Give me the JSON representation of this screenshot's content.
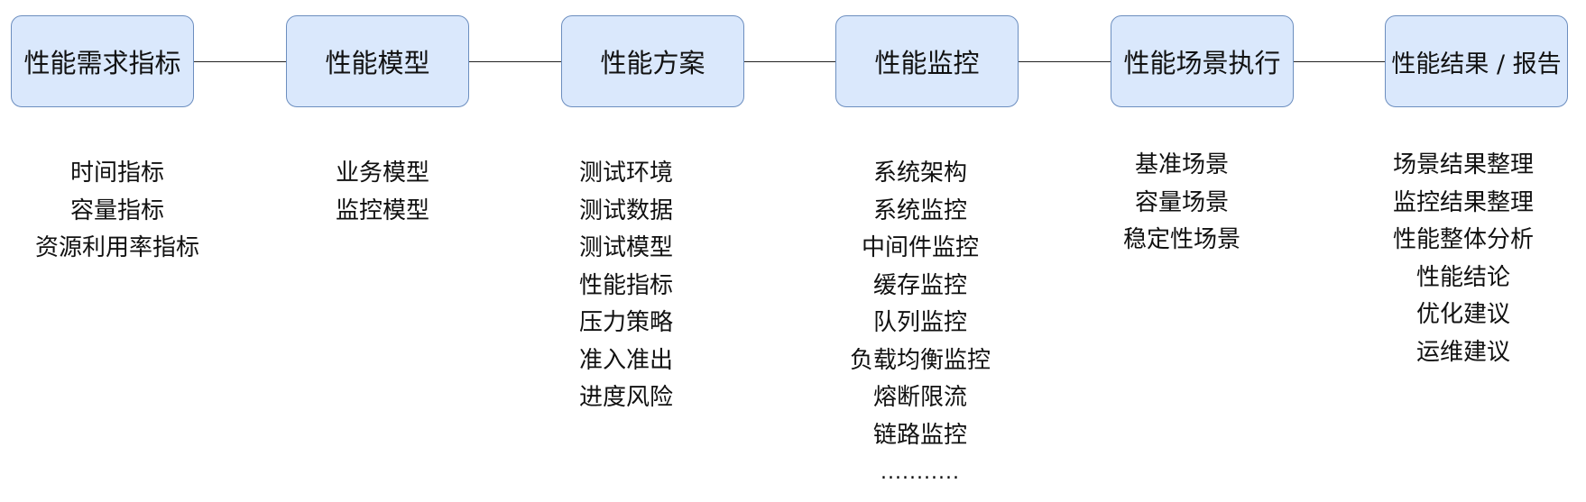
{
  "stages": [
    {
      "title": "性能需求指标",
      "items": [
        "时间指标",
        "容量指标",
        "资源利用率指标"
      ]
    },
    {
      "title": "性能模型",
      "items": [
        "业务模型",
        "监控模型"
      ]
    },
    {
      "title": "性能方案",
      "items": [
        "测试环境",
        "测试数据",
        "测试模型",
        "性能指标",
        "压力策略",
        "准入准出",
        "进度风险"
      ]
    },
    {
      "title": "性能监控",
      "items": [
        "系统架构",
        "系统监控",
        "中间件监控",
        "缓存监控",
        "队列监控",
        "负载均衡监控",
        "熔断限流",
        "链路监控",
        "..........."
      ]
    },
    {
      "title": "性能场景执行",
      "items": [
        "基准场景",
        "容量场景",
        "稳定性场景"
      ]
    },
    {
      "title": "性能结果 / 报告",
      "items": [
        "场景结果整理",
        "监控结果整理",
        "性能整体分析",
        "性能结论",
        "优化建议",
        "运维建议"
      ]
    }
  ]
}
